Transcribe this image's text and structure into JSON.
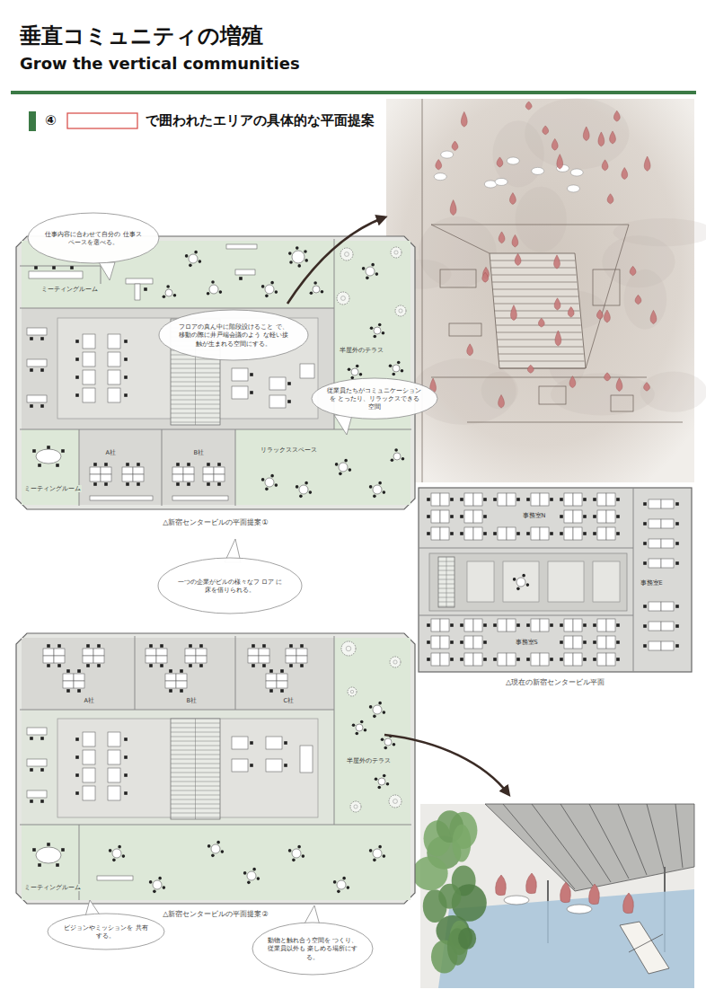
{
  "diagram": {
    "title": "垂直コミュニティの増殖",
    "nodes": [
      {
        "text": [
          "仕事内容に合わせて自分の 仕事スペースを選べる。"
        ]
      },
      {
        "text": [
          "△新宿センタービルの平面提案①"
        ]
      },
      {
        "text": [
          "ミーティングルーム"
        ],
        "in": 1
      },
      {
        "text": [
          "半屋外のテラス"
        ],
        "in": 1
      },
      {
        "text": [
          "ミーティングルーム"
        ],
        "in": 1
      },
      {
        "text": [
          "A社"
        ],
        "in": 1
      },
      {
        "text": [
          "B社"
        ],
        "in": 1
      },
      {
        "text": [
          "リラックススペース"
        ],
        "in": 1
      },
      {
        "text": [
          "フロアの真ん中に階段設けること で、移動の際に井戸端会議のよう な軽い接触が生まれる空間にする。"
        ]
      },
      {
        "text": [
          "従業員たちがコミュニケーションを とったり、リラックスできる空間"
        ]
      },
      {
        "text": [
          "△現在の新宿センタービル平面"
        ]
      },
      {
        "text": [
          "事務室N"
        ],
        "in": 10
      },
      {
        "text": [
          "事務室E"
        ],
        "in": 10
      },
      {
        "text": [
          "事務室S"
        ],
        "in": 10
      },
      {
        "text": [
          "一つの企業がビルの様々なフ ロア に床を借りられる。"
        ]
      },
      {
        "text": [
          "△新宿センタービルの平面提案②"
        ]
      },
      {
        "text": [
          "A社"
        ],
        "in": 15
      },
      {
        "text": [
          "B社"
        ],
        "in": 15
      },
      {
        "text": [
          "C社"
        ],
        "in": 15
      },
      {
        "text": [
          "半屋外のテラス"
        ],
        "in": 15
      },
      {
        "text": [
          "ミーティングルーム"
        ],
        "in": 15
      },
      {
        "text": [
          "ビジョンやミッションを 共有する。"
        ]
      },
      {
        "text": [
          "動物と触れ合う空間を つくり、従業員以外も 楽しめる場所にする。"
        ]
      }
    ],
    "labels": [
      "Grow the vertical communities",
      "④",
      "で囲われたエリアの具体的な平面提案"
    ]
  }
}
